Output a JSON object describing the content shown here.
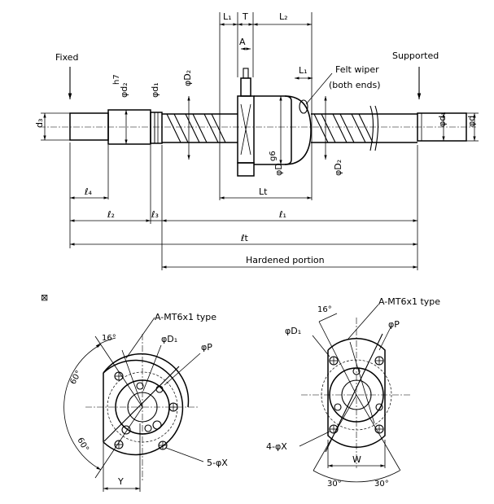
{
  "labels": {
    "fixed": "Fixed",
    "supported": "Supported",
    "felt_wiper": "Felt wiper",
    "both_ends": "(both ends)",
    "hardened_portion": "Hardened portion",
    "d3": "d₃",
    "d_main": "φd",
    "d1_right": "φd₁",
    "d2": "φd₂",
    "d2_sup": "h7",
    "d1_left": "φd₁",
    "D2_top": "φD₂",
    "D2_bottom": "φD₂",
    "D_h": "φD",
    "D_sup": "g6",
    "L1_top": "L₁",
    "T_top": "T",
    "L2_top": "L₂",
    "A_top": "A",
    "L1_right": "L₁",
    "Lt": "Lt",
    "l4": "ℓ₄",
    "l2": "ℓ₂",
    "l3": "ℓ₃",
    "l1": "ℓ₁",
    "lt": "ℓt",
    "view_mark": "⊠"
  },
  "left_view": {
    "type_label": "A-MT6x1 type",
    "D1": "φD₁",
    "P": "φP",
    "angle16": "16°",
    "angle60a": "60°",
    "angle60b": "60°",
    "holes": "5-φX",
    "Y": "Y"
  },
  "right_view": {
    "type_label": "A-MT6x1 type",
    "D1": "φD₁",
    "P": "φP",
    "angle16": "16°",
    "holes": "4-φX",
    "W": "W",
    "angle30a": "30°",
    "angle30b": "30°"
  }
}
